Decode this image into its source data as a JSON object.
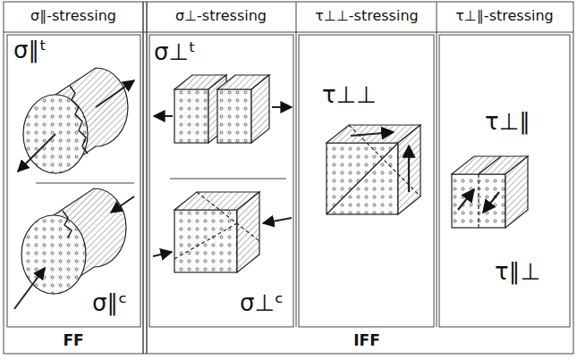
{
  "diagram": {
    "labels": [
      "σ∥-stressing",
      "σ⊥-stressing",
      "τ⊥⊥-stressing",
      "τ⊥∥-stressing",
      "σ∥ᵗ",
      "σ∥ᶜ",
      "σ⊥ᵗ",
      "σ⊥ᶜ",
      "τ⊥⊥",
      "τ⊥∥",
      "τ∥⊥",
      "FF",
      "IFF"
    ]
  }
}
